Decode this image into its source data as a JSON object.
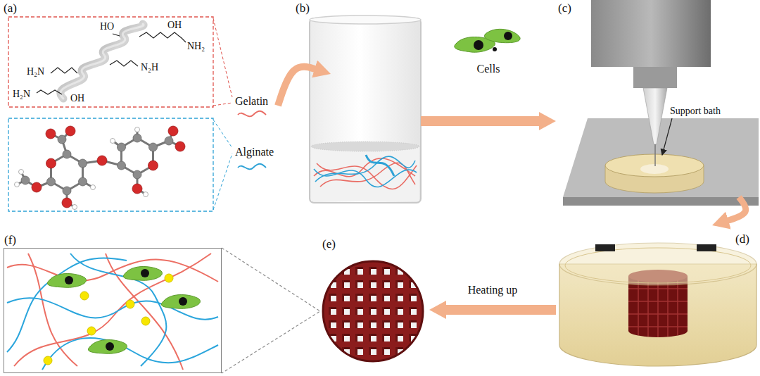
{
  "diagram": {
    "nodes": [
      {
        "text": [
          "(a)"
        ]
      },
      {
        "text": [
          "(b)"
        ]
      },
      {
        "text": [
          "(c)"
        ]
      },
      {
        "text": [
          "(d)"
        ]
      },
      {
        "text": [
          "(e)"
        ]
      },
      {
        "text": [
          "(f)"
        ]
      }
    ],
    "edges": [
      {
        "from": 0,
        "to": 1,
        "arrow": "to"
      },
      {
        "from": 1,
        "to": 2,
        "label": "Cells",
        "arrow": "to"
      },
      {
        "from": 2,
        "to": 3,
        "arrow": "to"
      },
      {
        "from": 3,
        "to": 4,
        "label": "Heating up",
        "arrow": "to"
      },
      {
        "from": 4,
        "to": 5,
        "arrow": "none"
      }
    ],
    "labels": [
      "HO",
      "OH",
      "NH₂",
      "H₂N",
      "N₂H",
      "H₂N",
      "OH",
      "Gelatin",
      "Alginate",
      "Support bath"
    ]
  }
}
